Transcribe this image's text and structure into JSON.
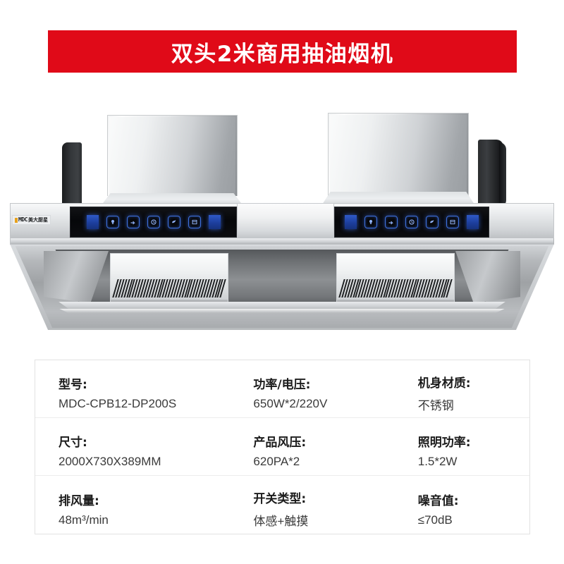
{
  "banner": {
    "title": "双头2米商用抽油烟机",
    "background_color": "#e00a18",
    "text_color": "#ffffff"
  },
  "product_image": {
    "alt_name": "双头商用抽油烟机产品图",
    "brand_logo": {
      "mark": "MDC",
      "cn_text": "美大厨星"
    },
    "control_panels": [
      {
        "side": "left",
        "buttons": [
          {
            "name": "power-cap-left",
            "type": "cap",
            "icon": "solid-block"
          },
          {
            "name": "light-button",
            "type": "icon",
            "icon": "bulb-icon"
          },
          {
            "name": "fan-speed-button",
            "type": "icon",
            "icon": "arrow-icon"
          },
          {
            "name": "timer-button",
            "type": "icon",
            "icon": "clock-icon"
          },
          {
            "name": "wind-button",
            "type": "icon",
            "icon": "wind-icon"
          },
          {
            "name": "clean-button",
            "type": "icon",
            "icon": "grid-icon"
          },
          {
            "name": "power-cap-right",
            "type": "cap",
            "icon": "solid-block"
          }
        ]
      },
      {
        "side": "right",
        "buttons": [
          {
            "name": "power-cap-left",
            "type": "cap",
            "icon": "solid-block"
          },
          {
            "name": "light-button",
            "type": "icon",
            "icon": "bulb-icon"
          },
          {
            "name": "fan-speed-button",
            "type": "icon",
            "icon": "arrow-icon"
          },
          {
            "name": "timer-button",
            "type": "icon",
            "icon": "clock-icon"
          },
          {
            "name": "wind-button",
            "type": "icon",
            "icon": "wind-icon"
          },
          {
            "name": "clean-button",
            "type": "icon",
            "icon": "grid-icon"
          },
          {
            "name": "power-cap-right",
            "type": "cap",
            "icon": "solid-block"
          }
        ]
      }
    ],
    "colors": {
      "steel_light": "#f4f5f6",
      "steel_dark": "#8b8f93",
      "panel_black": "#06070a",
      "button_blue": "#2f59c8",
      "duct_black": "#2b2d2f",
      "logo_accent": "#e8a21c"
    }
  },
  "spec_table": {
    "rows": [
      [
        {
          "label": "型号:",
          "value": "MDC-CPB12-DP200S"
        },
        {
          "label": "功率/电压:",
          "value": "650W*2/220V"
        },
        {
          "label": "机身材质:",
          "value": "不锈钢"
        }
      ],
      [
        {
          "label": "尺寸:",
          "value": "2000X730X389MM"
        },
        {
          "label": "产品风压:",
          "value": "620PA*2"
        },
        {
          "label": "照明功率:",
          "value": "1.5*2W"
        }
      ],
      [
        {
          "label": "排风量:",
          "value": "48m³/min"
        },
        {
          "label": "开关类型:",
          "value": "体感+触摸"
        },
        {
          "label": "噪音值:",
          "value": "≤70dB"
        }
      ]
    ],
    "border_color": "#e2e2e2"
  }
}
